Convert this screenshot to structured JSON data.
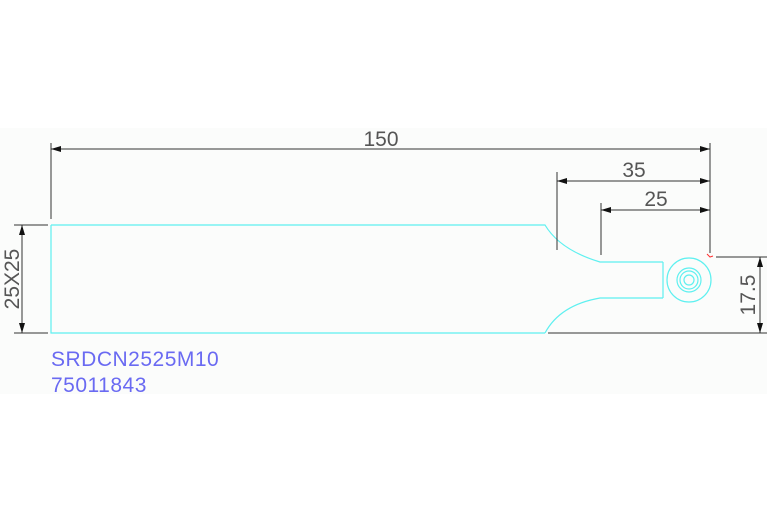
{
  "drawing": {
    "dimensions": {
      "overall_length": "150",
      "head_length": "35",
      "neck_length": "25",
      "shank_section": "25X25",
      "offset": "17.5"
    },
    "part_name": "SRDCN2525M10",
    "part_number": "75011843",
    "colors": {
      "geometry": "#5ef0f0",
      "dimension": "#333333",
      "text": "#6a6af2",
      "marker": "#ff3030"
    }
  }
}
